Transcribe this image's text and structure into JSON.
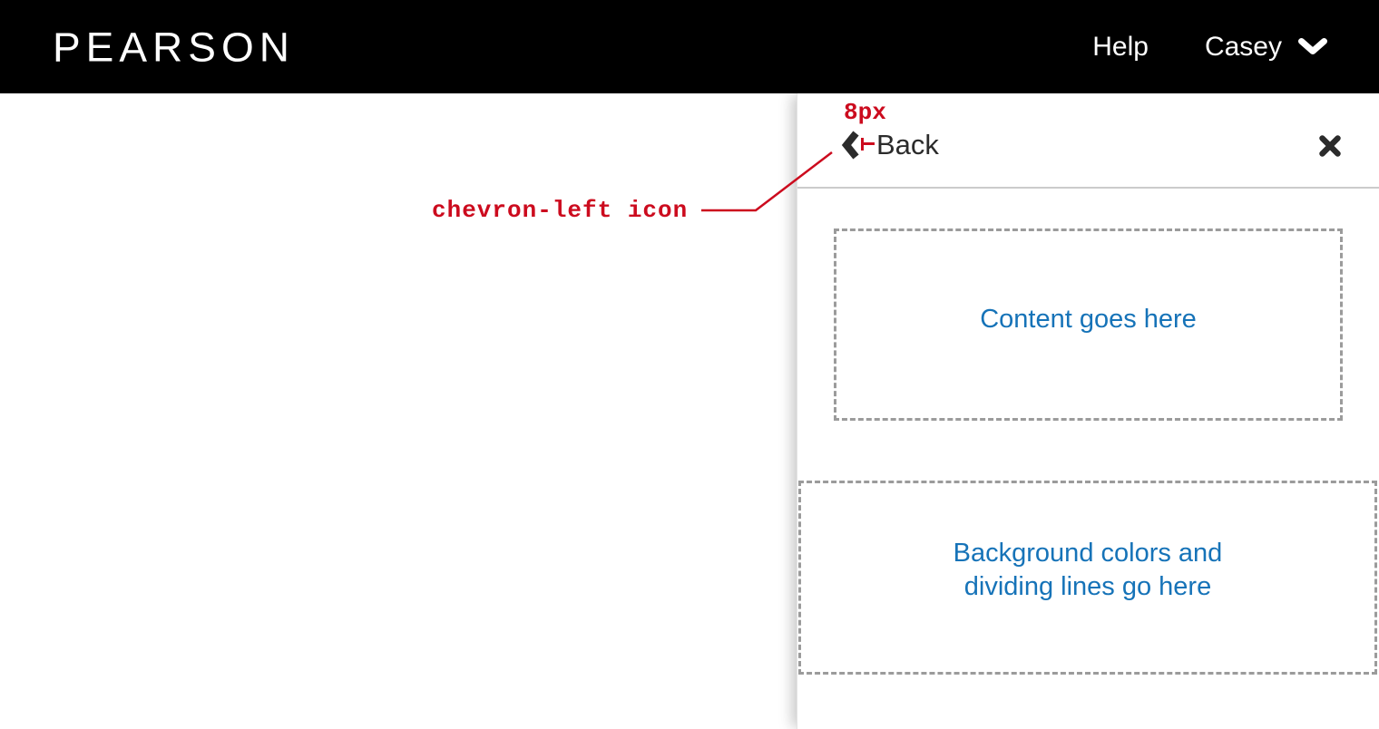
{
  "header": {
    "brand": "PEARSON",
    "help": "Help",
    "user": "Casey"
  },
  "drawer": {
    "back": "Back",
    "content_box": "Content goes here",
    "background_box_line1": "Background colors and",
    "background_box_line2": "dividing lines go here"
  },
  "annotations": {
    "spacing": "8px",
    "icon_label": "chevron-left icon"
  },
  "colors": {
    "header_bg": "#000000",
    "link_blue": "#1673B8",
    "annotation_red": "#CC0B1E",
    "divider_gray": "#CBCBCB",
    "dashed_border_gray": "#9B9B9B",
    "icon_dark": "#2B2B2B"
  }
}
